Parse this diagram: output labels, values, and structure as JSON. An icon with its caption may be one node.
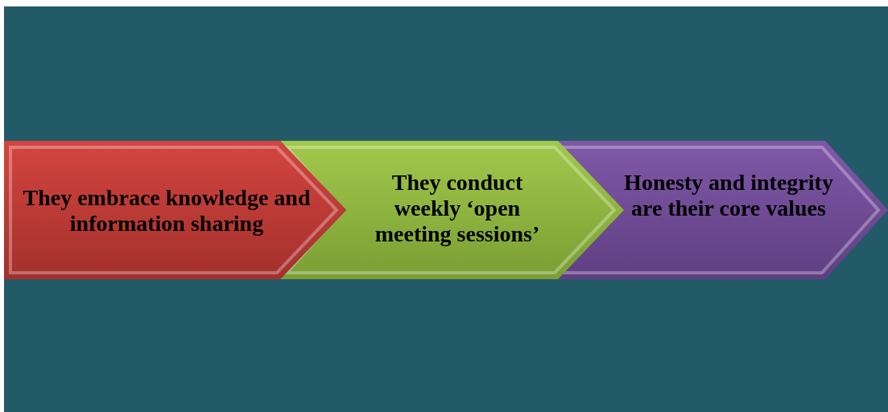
{
  "diagram": {
    "nodes": [
      {
        "text": [
          "They embrace knowledge and information sharing"
        ]
      },
      {
        "text": [
          "They conduct weekly ‘open meeting sessions’"
        ]
      },
      {
        "text": [
          "Honesty and integrity are their core values"
        ]
      }
    ]
  }
}
